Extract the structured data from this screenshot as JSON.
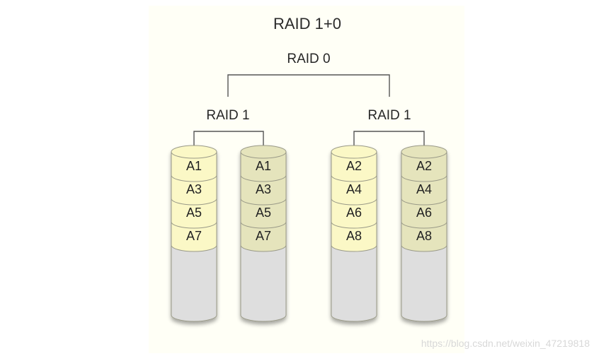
{
  "title": "RAID 1+0",
  "top_label": "RAID 0",
  "mirror_groups": [
    {
      "label": "RAID 1",
      "disks": [
        {
          "blocks": [
            "A1",
            "A3",
            "A5",
            "A7"
          ]
        },
        {
          "blocks": [
            "A1",
            "A3",
            "A5",
            "A7"
          ]
        }
      ]
    },
    {
      "label": "RAID 1",
      "disks": [
        {
          "blocks": [
            "A2",
            "A4",
            "A6",
            "A8"
          ]
        },
        {
          "blocks": [
            "A2",
            "A4",
            "A6",
            "A8"
          ]
        }
      ]
    }
  ],
  "watermark": "https://blog.csdn.net/weixin_47219818",
  "colors": {
    "primary_disk_fill": "#fbf8c6",
    "mirror_disk_fill": "#e5e4bc",
    "empty_disk_fill": "#dedede",
    "disk_outline": "#9a9a88",
    "connector": "#555555"
  }
}
